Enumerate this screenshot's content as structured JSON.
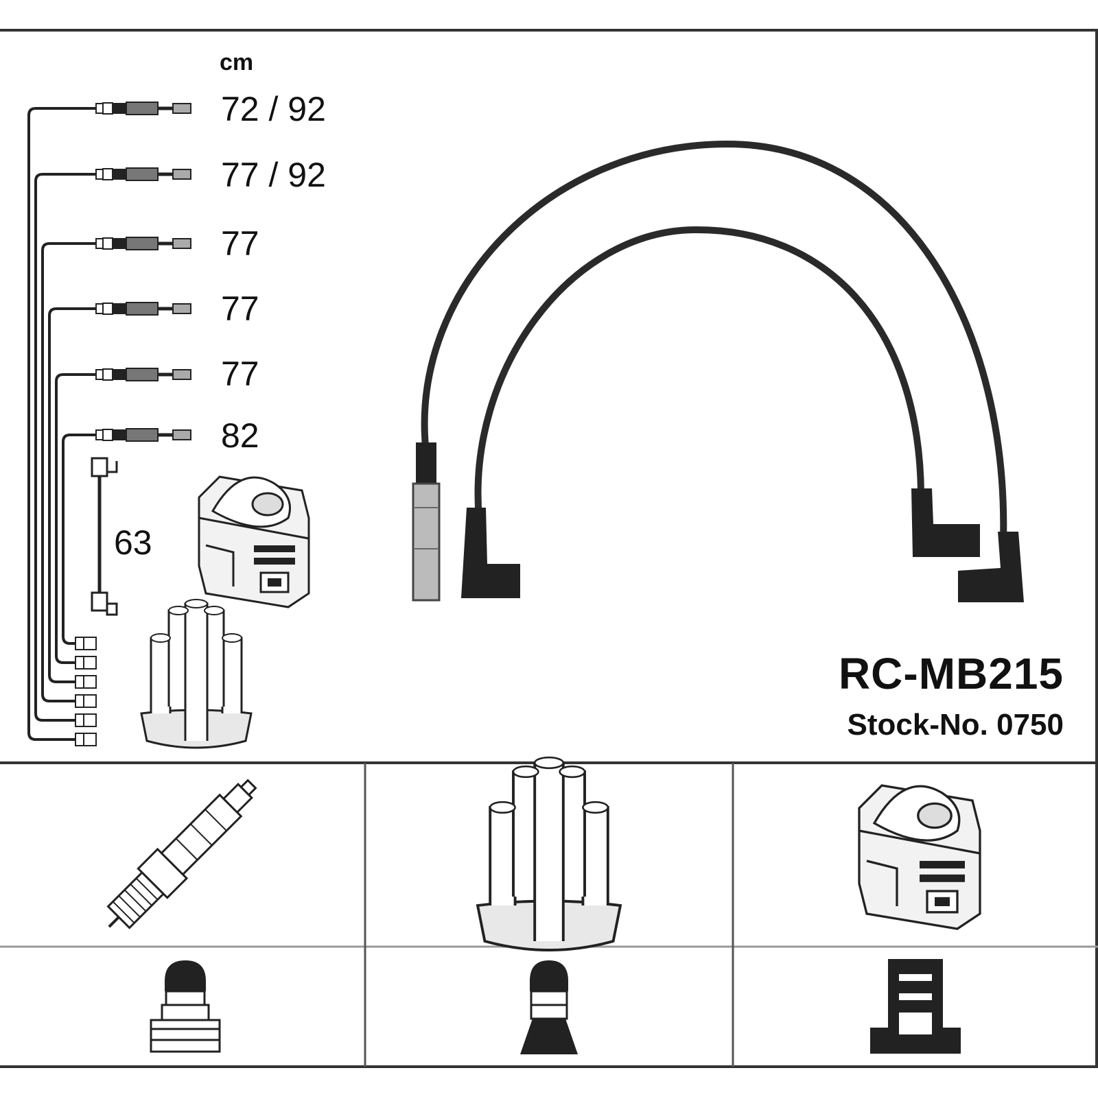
{
  "unit_label": "cm",
  "lengths": [
    "72 / 92",
    "77 / 92",
    "77",
    "77",
    "77",
    "82"
  ],
  "coil_lead_length": "63",
  "kit": {
    "part_number": "RC-MB215",
    "stock_number": "Stock-No. 0750"
  },
  "components": {
    "spark_plug": "spark-plug-icon",
    "distributor_cap": "distributor-cap-icon",
    "ignition_coil": "ignition-coil-icon"
  },
  "connectors": [
    "plug-connector-icon",
    "distributor-connector-icon",
    "coil-connector-icon"
  ],
  "colors": {
    "line": "#222222",
    "frame": "#333333",
    "background": "#ffffff"
  }
}
